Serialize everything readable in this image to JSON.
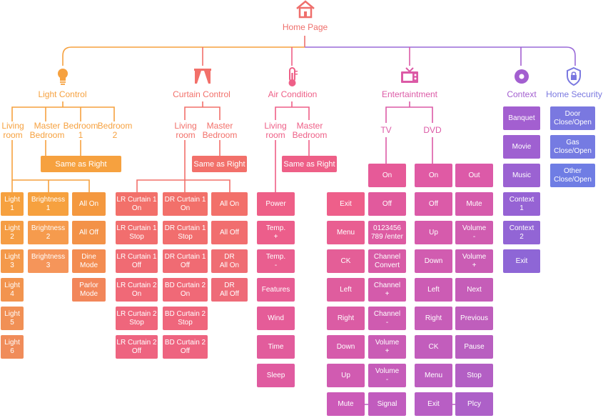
{
  "root": {
    "label": "Home Page"
  },
  "categories": {
    "light": "Light Control",
    "curtain": "Curtain Control",
    "air": "Air Condition",
    "ent": "Entertaintment",
    "context": "Context",
    "security": "Home Security"
  },
  "light": {
    "rooms": [
      "Living\nroom",
      "Master\nBedroom",
      "Bedroom\n1",
      "Bedroom\n2"
    ],
    "same": "Same as Right",
    "col1": [
      "Light\n1",
      "Light\n2",
      "Light\n3",
      "Light\n4",
      "Light\n5",
      "Light\n6"
    ],
    "col2": [
      "Brightness\n1",
      "Brightness\n2",
      "Brightness\n3"
    ],
    "col3": [
      "All On",
      "All Off",
      "Dine\nMode",
      "Parlor\nMode"
    ]
  },
  "curtain": {
    "rooms": [
      "Living\nroom",
      "Master\nBedroom"
    ],
    "same": "Same as Right",
    "col1": [
      "LR Curtain 1\nOn",
      "LR Curtain 1\nStop",
      "LR Curtain 1\nOff",
      "LR Curtain 2\nOn",
      "LR Curtain 2\nStop",
      "LR Curtain 2\nOff"
    ],
    "col2": [
      "DR Curtain 1\nOn",
      "DR Curtain 1\nStop",
      "DR Curtain 1\nOff",
      "BD Curtain 2\nOn",
      "BD Curtain 2\nStop",
      "BD Curtain 2\nOff"
    ],
    "col3": [
      "All On",
      "All Off",
      "DR\nAll On",
      "DR\nAll Off"
    ]
  },
  "air": {
    "rooms": [
      "Living\nroom",
      "Master\nBedroom"
    ],
    "same": "Same as Right",
    "col1": [
      "Power",
      "Temp.\n+",
      "Temp.\n-",
      "Features",
      "Wind",
      "Time",
      "Sleep"
    ]
  },
  "ent": {
    "subs": [
      "TV",
      "DVD"
    ],
    "tv_left": [
      "Exit",
      "Menu",
      "CK",
      "Left",
      "Right",
      "Down",
      "Up",
      "Mute"
    ],
    "tv_right": [
      "On",
      "Off",
      "0123456\n789 /enter",
      "Channel\nConvert",
      "Channel\n+",
      "Channel\n-",
      "Volume\n+",
      "Volume\n-",
      "Signal"
    ],
    "dvd_left": [
      "On",
      "Off",
      "Up",
      "Down",
      "Left",
      "Right",
      "CK",
      "Menu",
      "Exit"
    ],
    "dvd_right": [
      "Out",
      "Mute",
      "Volume\n-",
      "Volume\n+",
      "Next",
      "Previous",
      "Pause",
      "Stop",
      "Plcy"
    ]
  },
  "context": {
    "items": [
      "Banquet",
      "Movie",
      "Music",
      "Context\n1",
      "Context\n2",
      "Exit"
    ]
  },
  "security": {
    "items": [
      "Door\nClose/Open",
      "Gas\nClose/Open",
      "Other\nClose/Open"
    ]
  },
  "colors": {
    "house": "#ef6f6c",
    "light": "#f6a13f",
    "curtain": "#f2706a",
    "air": "#ee5f87",
    "ent": "#dc5aa6",
    "context": "#a35fd0",
    "security": "#7a78e0"
  },
  "icons": {
    "house": "house-icon",
    "light": "lightbulb-icon",
    "curtain": "curtain-icon",
    "air": "thermometer-icon",
    "ent": "tv-icon",
    "context": "disc-icon",
    "security": "shield-lock-icon"
  }
}
